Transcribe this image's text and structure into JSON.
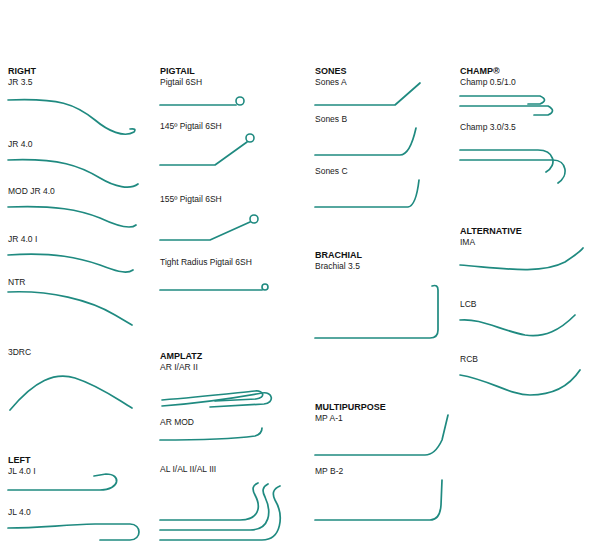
{
  "diagram": {
    "labels": [
      "RIGHT",
      "JR 3.5",
      "JR 4.0",
      "MOD JR 4.0",
      "JR 4.0 I",
      "NTR",
      "3DRC",
      "LEFT",
      "JL 4.0 I",
      "JL 4.0",
      "PIGTAIL",
      "Pigtail 6SH",
      "145º Pigtail 6SH",
      "155º Pigtail 6SH",
      "Tight Radius Pigtail 6SH",
      "AMPLATZ",
      "AR I/AR II",
      "AR MOD",
      "AL I/AL II/AL III",
      "SONES",
      "Sones A",
      "Sones B",
      "Sones C",
      "BRACHIAL",
      "Brachial 3.5",
      "MULTIPURPOSE",
      "MP A-1",
      "MP B-2",
      "CHAMP®",
      "Champ 0.5/1.0",
      "Champ 3.0/3.5",
      "ALTERNATIVE",
      "IMA",
      "LCB",
      "RCB"
    ]
  }
}
